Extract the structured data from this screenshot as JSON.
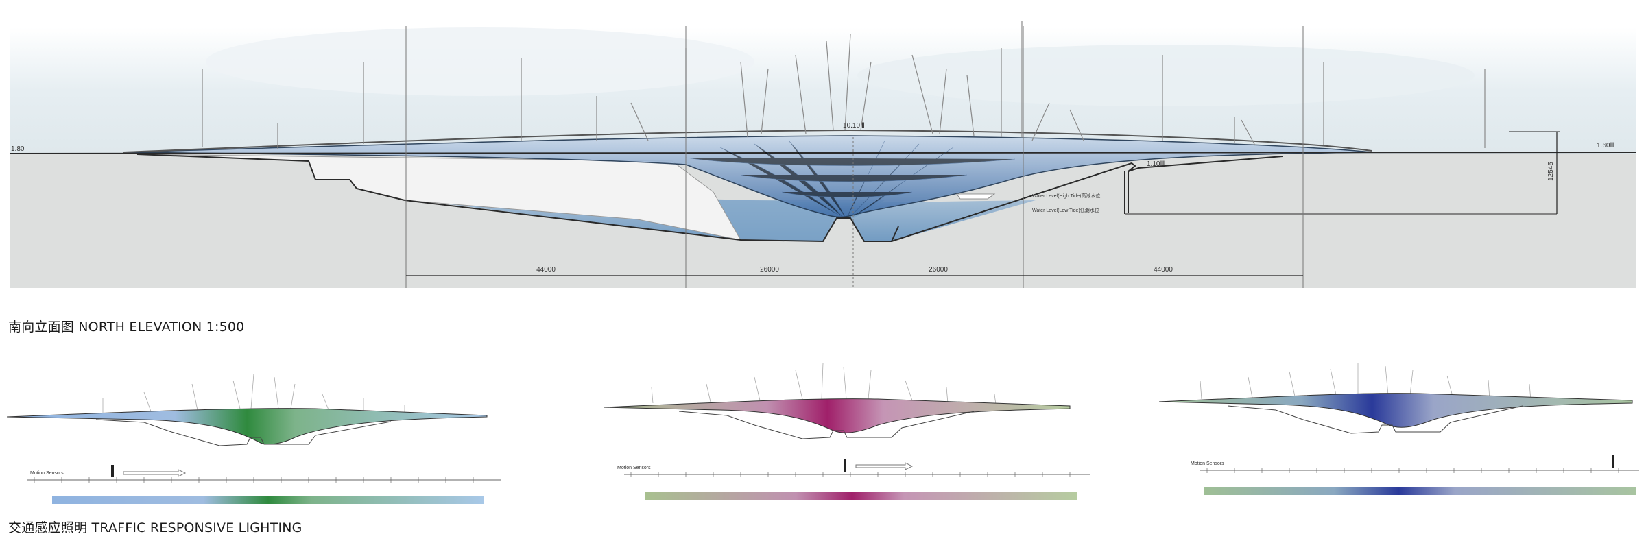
{
  "main_elevation": {
    "caption_cn": "南向立面图",
    "caption_en": "NORTH ELEVATION 1:500",
    "level_left": "1.80",
    "level_center": "10.10Ⅲ",
    "level_right": "1.60Ⅲ",
    "level_abutment": "1.10Ⅲ",
    "water_high": "Water Level(High Tide)高潮水位",
    "water_low": "Water Level(Low Tide)低潮水位",
    "height_dim": "12545",
    "spans": [
      "44000",
      "26000",
      "26000",
      "44000"
    ]
  },
  "traffic_lighting": {
    "caption_cn": "交通感应照明",
    "caption_en": "TRAFFIC RESPONSIVE LIGHTING",
    "sensor_label": "Motion Sensors",
    "panels": [
      {
        "colors": [
          "#8fb3e0",
          "#3a9a4a",
          "#a8c8e8"
        ]
      },
      {
        "colors": [
          "#a8c08f",
          "#a0206a",
          "#b6cca0"
        ]
      },
      {
        "colors": [
          "#9fbf95",
          "#2a3a9a",
          "#a8c4a0"
        ]
      }
    ]
  }
}
